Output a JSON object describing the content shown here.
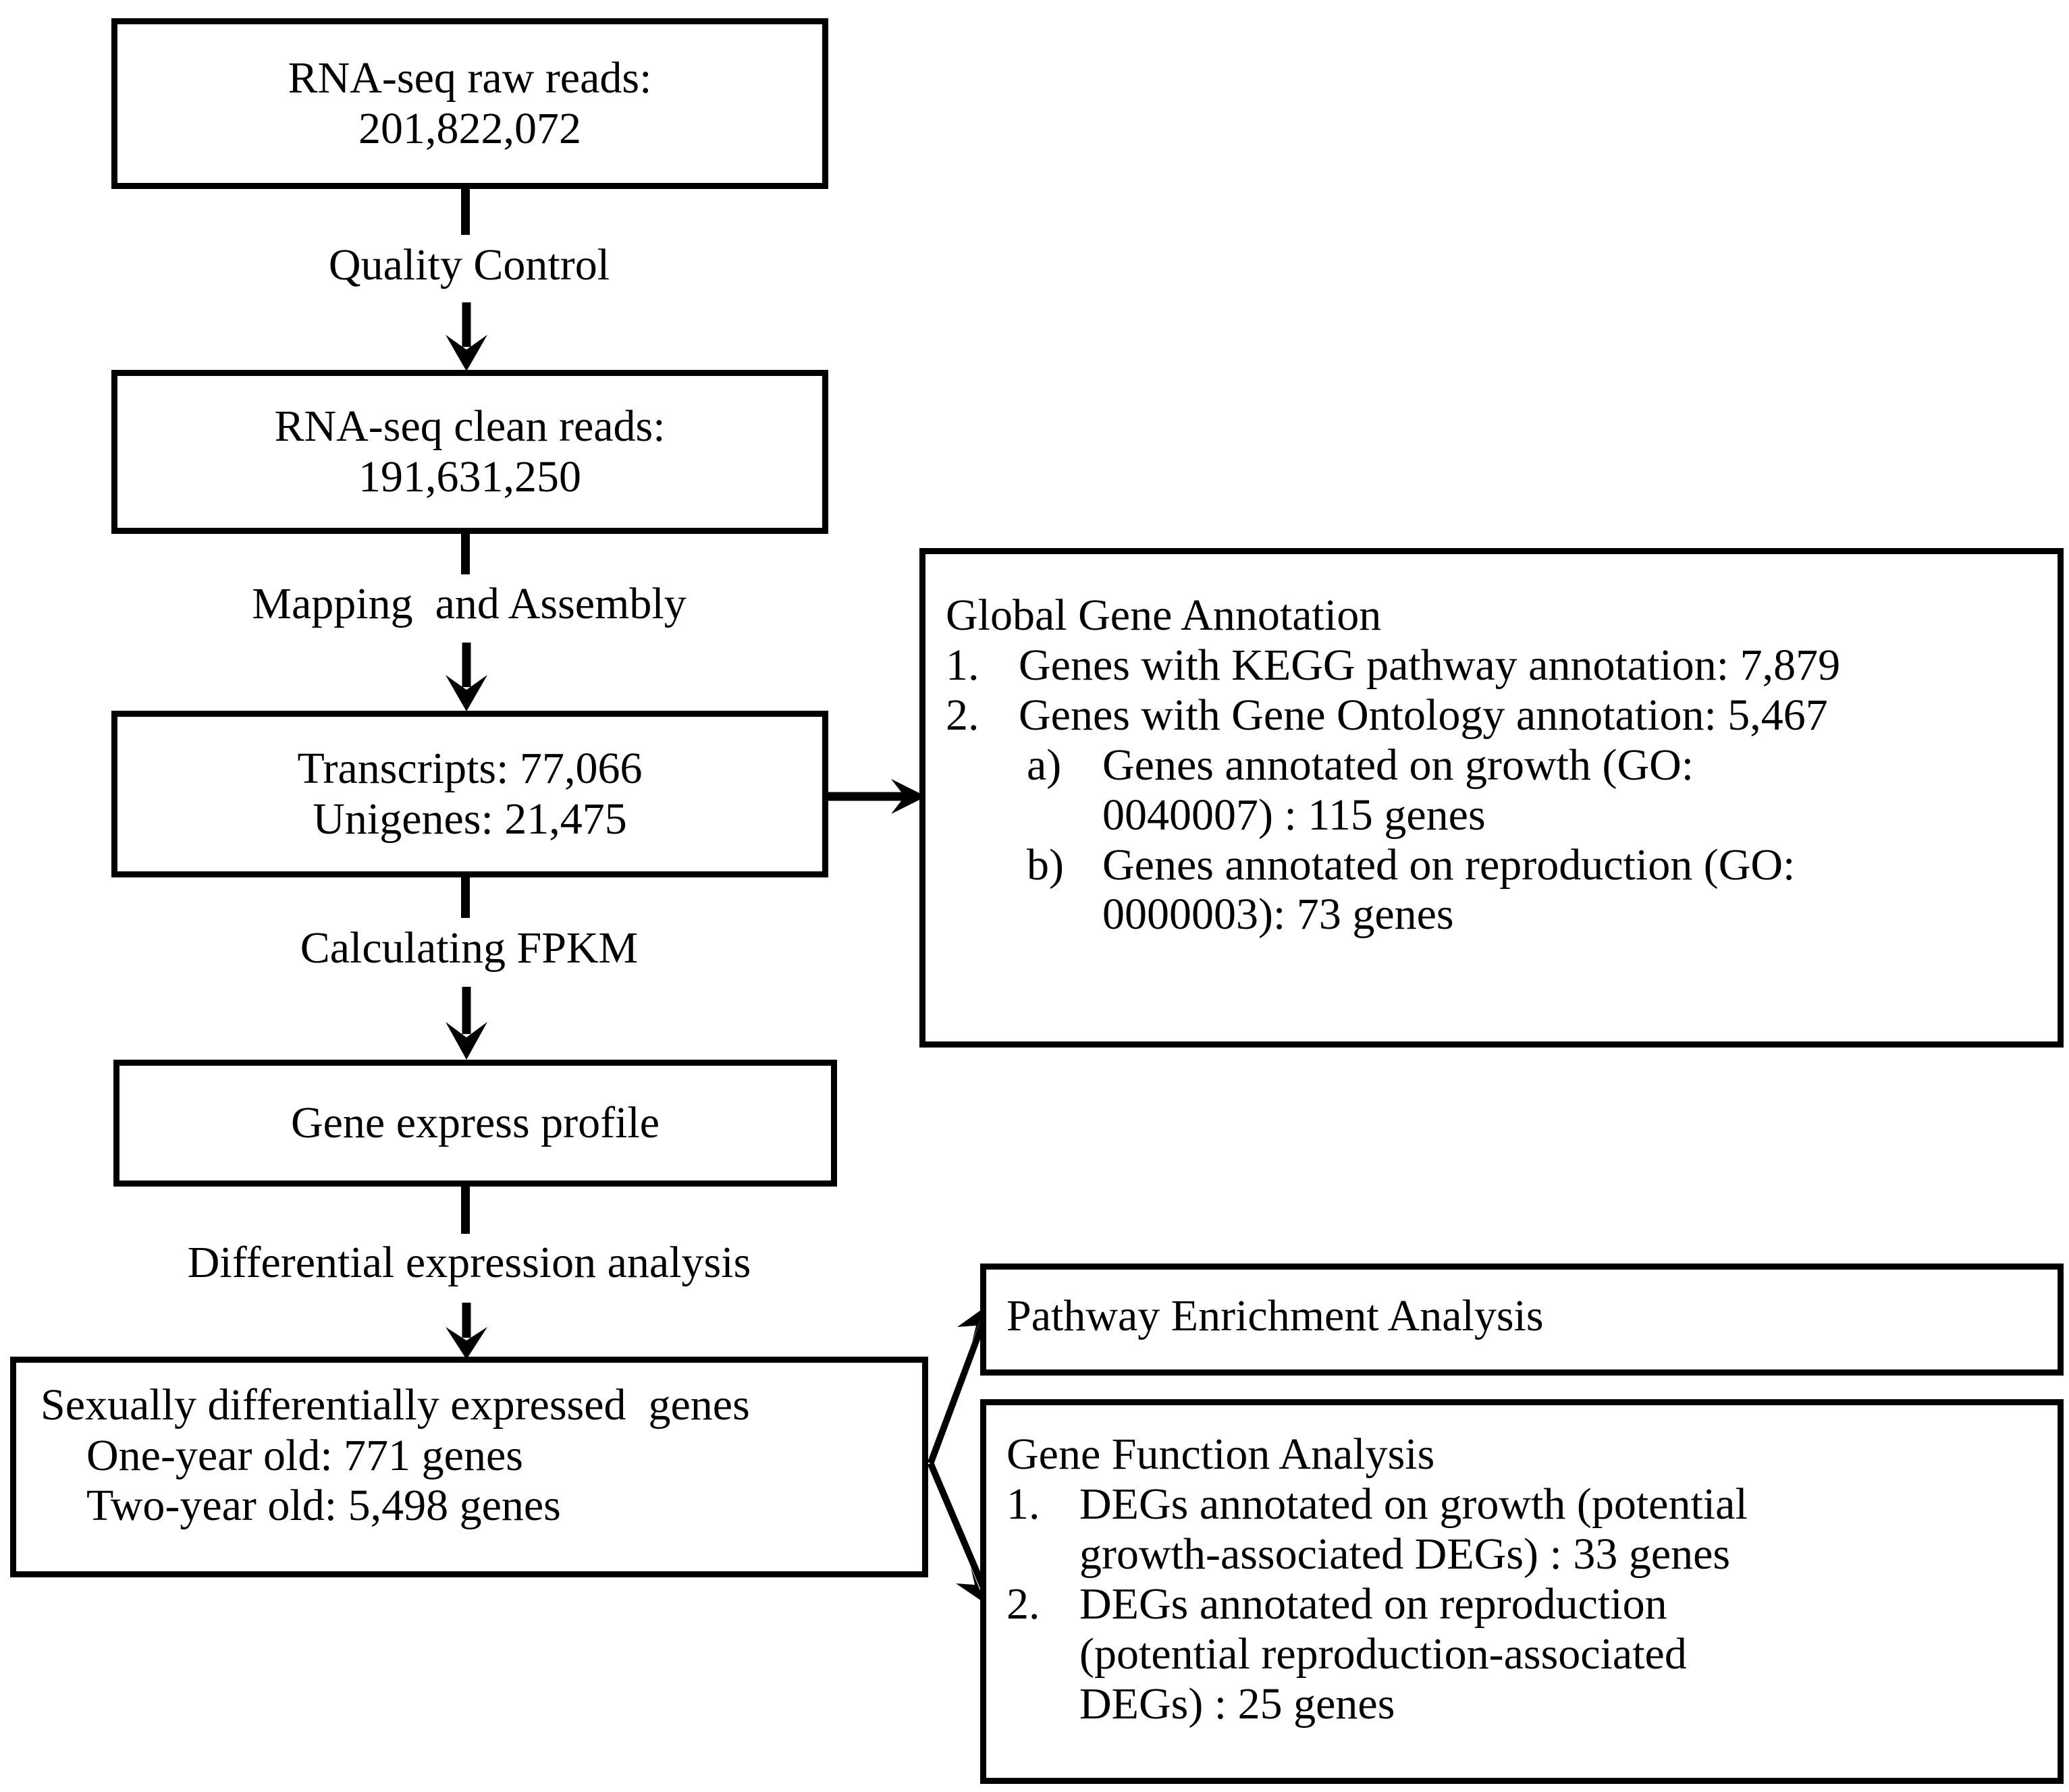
{
  "diagram": {
    "title": "RNA-seq analysis workflow flowchart",
    "colors": {
      "stroke": "#000000",
      "fill": "#ffffff",
      "text": "#000000"
    },
    "nodes": {
      "raw_reads": {
        "line1": "RNA-seq raw reads:",
        "line2": "201,822,072"
      },
      "clean_reads": {
        "line1": "RNA-seq clean reads:",
        "line2": "191,631,250"
      },
      "assembly": {
        "line1": "Transcripts: 77,066",
        "line2": "Unigenes: 21,475"
      },
      "expression_profile": {
        "line1": "Gene express profile"
      },
      "deg": {
        "line1": "Sexually differentially expressed  genes",
        "line2": "One-year old: 771 genes",
        "line3": "Two-year old: 5,498 genes"
      },
      "global_annotation": {
        "title": "Global Gene Annotation",
        "item1_marker": "1.",
        "item1_text": "Genes with KEGG pathway annotation: 7,879",
        "item2_marker": "2.",
        "item2_text": "Genes with Gene Ontology annotation: 5,467",
        "sub_a_marker": "a)",
        "sub_a_text": "Genes annotated on growth (GO:\n0040007) : 115 genes",
        "sub_b_marker": "b)",
        "sub_b_text": "Genes annotated on reproduction (GO:\n0000003): 73 genes"
      },
      "pathway_enrichment": {
        "title": "Pathway Enrichment Analysis"
      },
      "gene_function": {
        "title": "Gene Function Analysis",
        "item1_marker": "1.",
        "item1_text": "DEGs annotated on growth (potential\ngrowth-associated DEGs) : 33 genes",
        "item2_marker": "2.",
        "item2_text": "DEGs annotated on reproduction\n(potential reproduction-associated\nDEGs) : 25 genes"
      }
    },
    "edges": {
      "quality_control": "Quality Control",
      "mapping_assembly": "Mapping  and Assembly",
      "calculating_fpkm": "Calculating FPKM",
      "differential_expression": "Differential expression analysis"
    }
  }
}
